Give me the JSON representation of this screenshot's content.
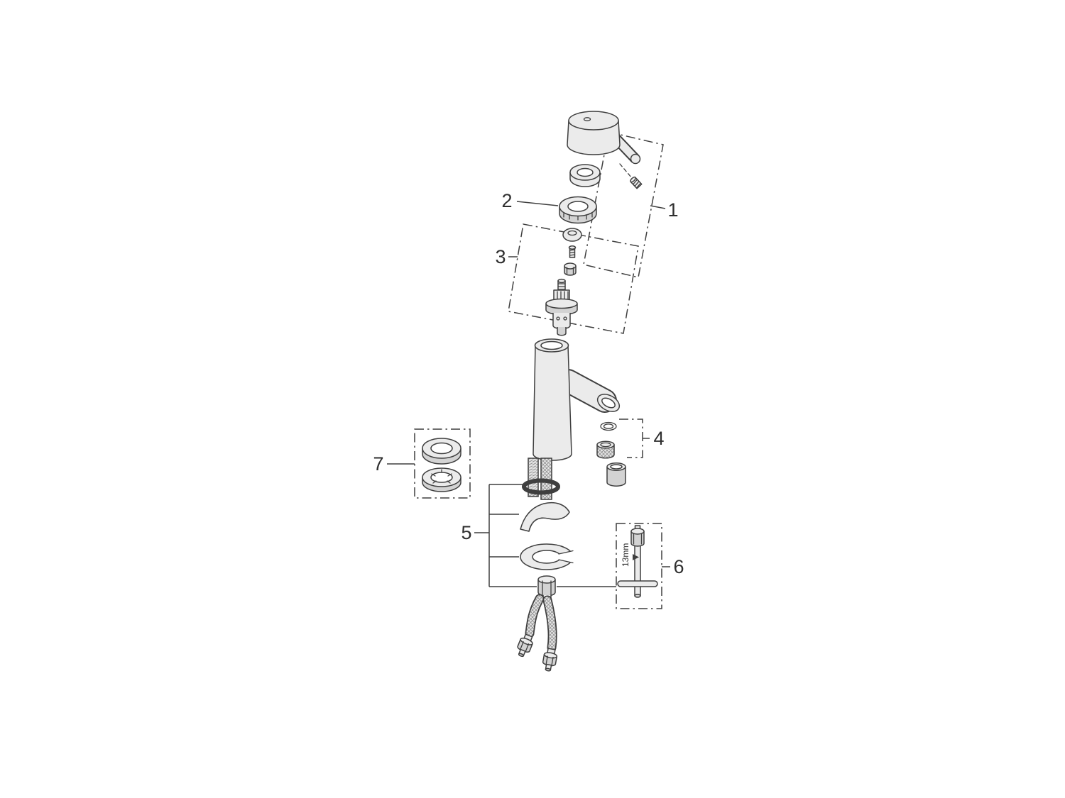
{
  "diagram": {
    "labels": {
      "part1": "1",
      "part2": "2",
      "part3": "3",
      "part4": "4",
      "part5": "5",
      "part6": "6",
      "part7": "7"
    },
    "annotations": {
      "tool_size": "13mm"
    },
    "colors": {
      "background": "#ffffff",
      "line": "#3f3f3f",
      "text": "#2f2f2f",
      "fill-light": "#ebebeb",
      "fill-mid": "#d3d3d3",
      "fill-dark": "#a6a6a6"
    }
  }
}
